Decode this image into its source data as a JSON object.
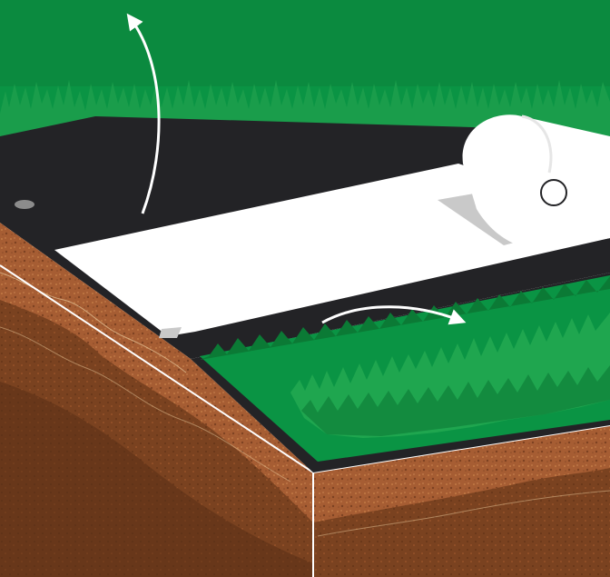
{
  "illustration": {
    "subject": "",
    "colors": {
      "grass_dark": "#0b7a35",
      "grass_base": "#0a9444",
      "grass_light": "#1fa64f",
      "membrane": "#232326",
      "fabric": "#ffffff",
      "fabric_shadow": "#c9c9c9",
      "soil_light": "#b5683a",
      "soil_mid": "#94522c",
      "soil_dark": "#6e3a1c",
      "outline": "#ffffff",
      "arrow": "#ffffff"
    },
    "arrows": [
      {
        "name": "lift-arrow",
        "direction": "up"
      },
      {
        "name": "fold-arrow",
        "direction": "right"
      }
    ],
    "icons": [
      "roll-end-circle-icon",
      "anchor-slot-icon"
    ]
  }
}
